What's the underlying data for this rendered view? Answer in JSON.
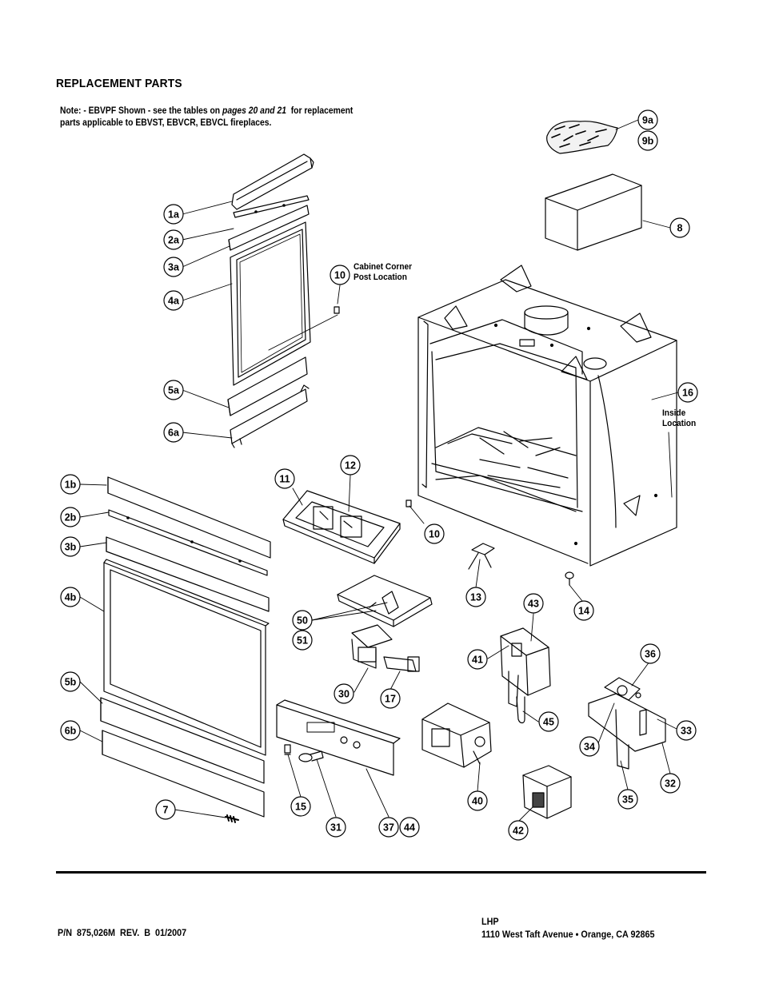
{
  "title": "REPLACEMENT PARTS",
  "note": {
    "line1_a": "Note: - EBVPF Shown - see the tables on ",
    "line1_italic": "pages 20 and 21",
    "line1_b": "  for replacement",
    "line2": "parts applicable to EBVST, EBVCR, EBVCL fireplaces."
  },
  "annotations": {
    "cabinet_corner_line1": "Cabinet Corner",
    "cabinet_corner_line2": "Post Location",
    "inside_line1": "Inside",
    "inside_line2": "Location"
  },
  "callouts": [
    "9a",
    "9b",
    "8",
    "1a",
    "2a",
    "3a",
    "10",
    "4a",
    "5a",
    "6a",
    "16",
    "1b",
    "11",
    "12",
    "2b",
    "3b",
    "10",
    "4b",
    "13",
    "43",
    "14",
    "50",
    "51",
    "41",
    "36",
    "30",
    "17",
    "5b",
    "45",
    "33",
    "6b",
    "34",
    "40",
    "32",
    "35",
    "7",
    "15",
    "31",
    "37",
    "44",
    "42"
  ],
  "footer": {
    "part_number": "P/N  875,026M  REV.  B  01/2007",
    "company": "LHP",
    "address": "1110 West Taft Avenue • Orange, CA  92865"
  }
}
